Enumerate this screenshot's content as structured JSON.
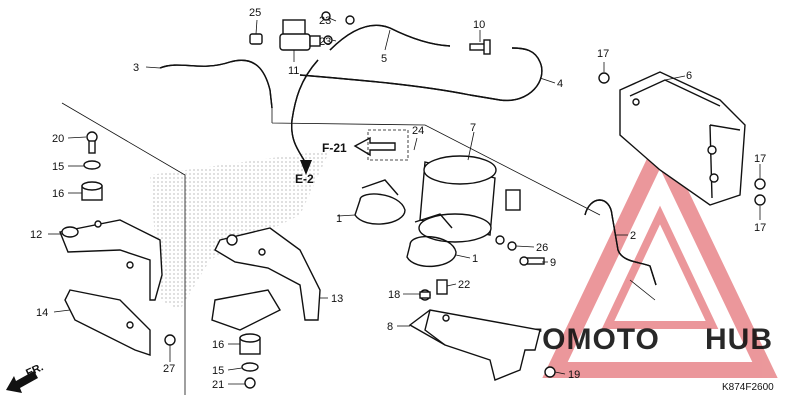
{
  "diagram": {
    "drawing_code": "K874F2600",
    "references": [
      "F-21",
      "E-2"
    ],
    "direction_label": "FR.",
    "callouts": [
      {
        "num": "1",
        "part": "strap-upper"
      },
      {
        "num": "1",
        "part": "strap-lower"
      },
      {
        "num": "2",
        "part": "drain-tube"
      },
      {
        "num": "3",
        "part": "tube-left"
      },
      {
        "num": "4",
        "part": "tube-right"
      },
      {
        "num": "5",
        "part": "tube-long"
      },
      {
        "num": "6",
        "part": "canister-cover"
      },
      {
        "num": "7",
        "part": "canister"
      },
      {
        "num": "8",
        "part": "lower-bracket"
      },
      {
        "num": "9",
        "part": "bolt-canister"
      },
      {
        "num": "10",
        "part": "joint"
      },
      {
        "num": "11",
        "part": "solenoid-valve"
      },
      {
        "num": "12",
        "part": "stay-left"
      },
      {
        "num": "13",
        "part": "stay-center"
      },
      {
        "num": "14",
        "part": "cover-left"
      },
      {
        "num": "15",
        "part": "collar-upper"
      },
      {
        "num": "15",
        "part": "collar-lower"
      },
      {
        "num": "16",
        "part": "rubber-upper"
      },
      {
        "num": "16",
        "part": "rubber-lower"
      },
      {
        "num": "17",
        "part": "screw-top"
      },
      {
        "num": "17",
        "part": "screw-right-a"
      },
      {
        "num": "17",
        "part": "screw-right-b"
      },
      {
        "num": "18",
        "part": "bolt-bracket"
      },
      {
        "num": "19",
        "part": "screw-bracket"
      },
      {
        "num": "20",
        "part": "bolt-upper"
      },
      {
        "num": "21",
        "part": "bolt-lower"
      },
      {
        "num": "22",
        "part": "clip-spring"
      },
      {
        "num": "23",
        "part": "screw-valve-a"
      },
      {
        "num": "23",
        "part": "screw-valve-b"
      },
      {
        "num": "24",
        "part": "nut-clip"
      },
      {
        "num": "25",
        "part": "clamp"
      },
      {
        "num": "26",
        "part": "washer"
      },
      {
        "num": "27",
        "part": "screw-cover"
      }
    ]
  },
  "watermark": {
    "text_left": "AUTOMOTO",
    "text_right": "HUB",
    "color_primary": "#e8868a",
    "color_accent": "#f1c37a",
    "color_right": "#6b6b6b"
  }
}
